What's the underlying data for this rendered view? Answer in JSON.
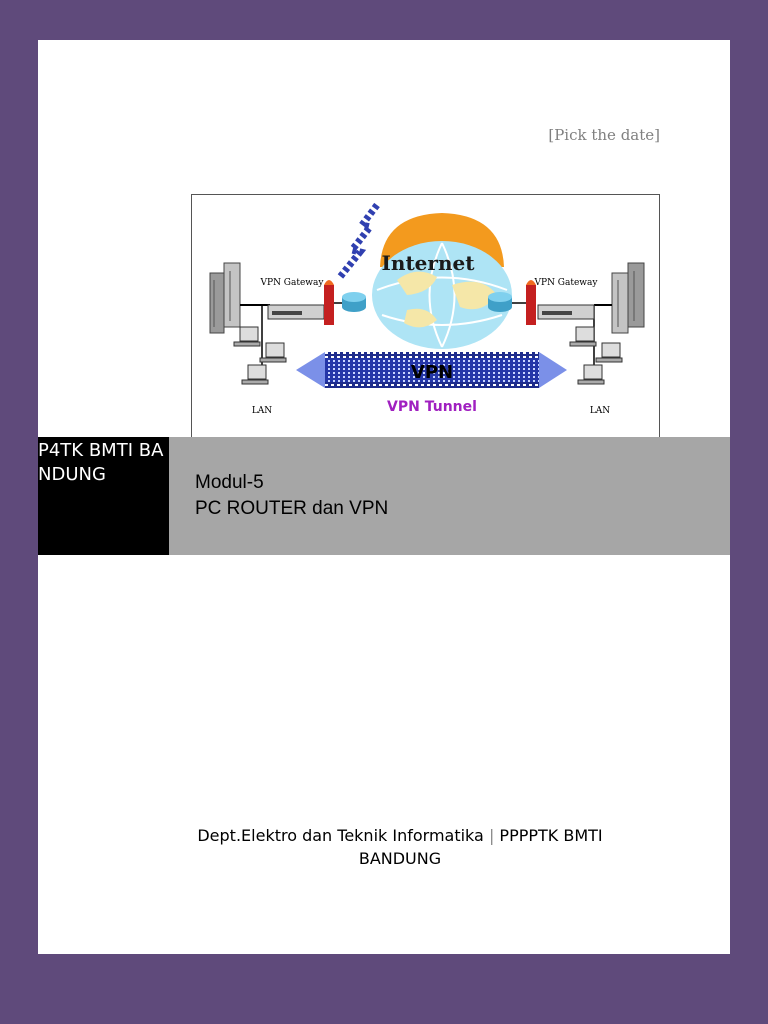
{
  "header": {
    "date_placeholder": "[Pick the date]"
  },
  "figure": {
    "internet_label": "Internet",
    "vpn_label": "VPN",
    "tunnel_label": "VPN Tunnel",
    "gateway_left": "VPN Gateway",
    "gateway_right": "VPN Gateway",
    "lan_left": "LAN",
    "lan_right": "LAN"
  },
  "cover": {
    "org": "P4TK BMTI BANDUNG",
    "module": "Modul-5",
    "subtitle": "PC ROUTER dan VPN"
  },
  "footer": {
    "dept": "Dept.Elektro dan Teknik Informatika",
    "separator": "|",
    "inst": "PPPPTK BMTI",
    "city": "BANDUNG"
  },
  "colors": {
    "frame": "#5f4a7b",
    "band": "#a6a6a6",
    "tunnel_text": "#a020c0",
    "globe_cap": "#f39a1e",
    "globe": "#aee4f5"
  }
}
